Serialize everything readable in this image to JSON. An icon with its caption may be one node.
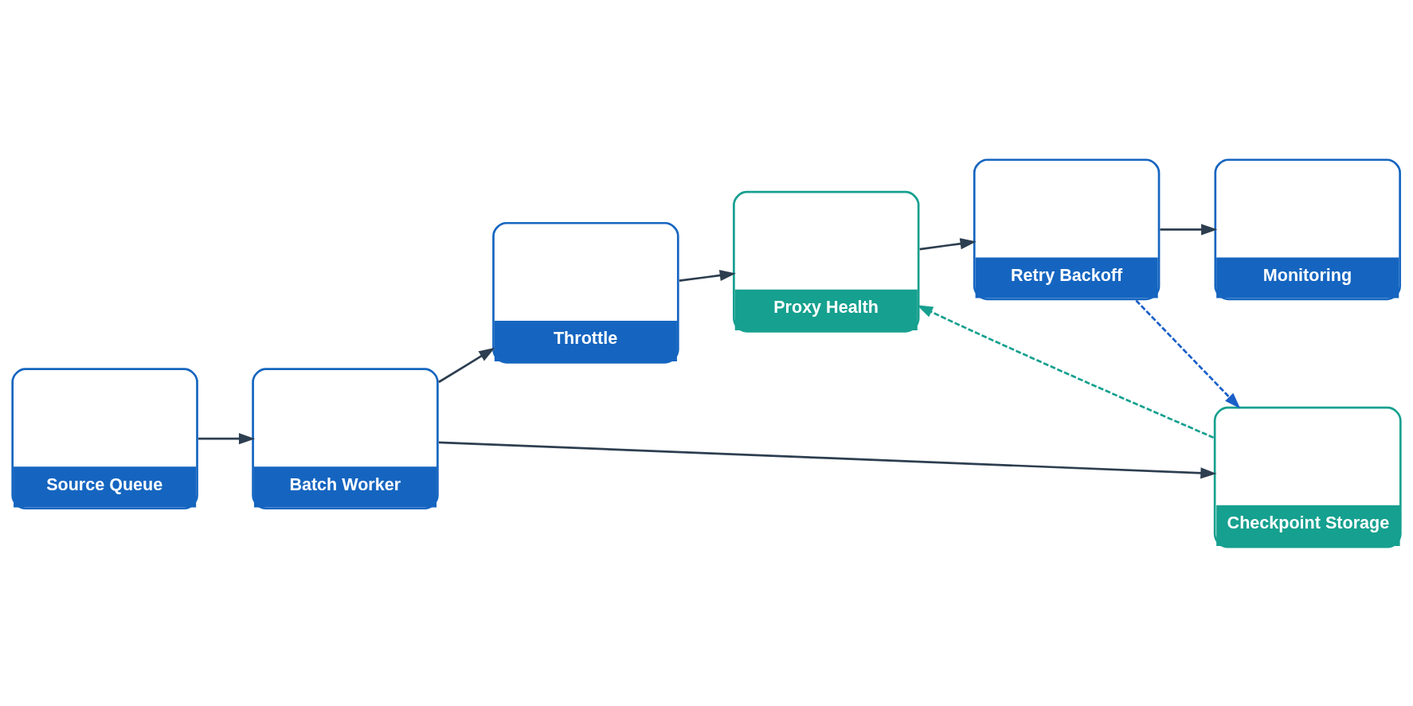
{
  "diagram": {
    "nodes": [
      {
        "text": [
          "Source Queue"
        ]
      },
      {
        "text": [
          "Batch Worker"
        ]
      },
      {
        "text": [
          "Throttle"
        ]
      },
      {
        "text": [
          "Proxy Health"
        ]
      },
      {
        "text": [
          "Retry Backoff"
        ]
      },
      {
        "text": [
          "Monitoring"
        ]
      },
      {
        "text": [
          "Checkpoint Storage"
        ]
      }
    ],
    "edges": [
      {
        "from": 0,
        "to": 1,
        "arrow": "to"
      },
      {
        "from": 1,
        "to": 2,
        "arrow": "to"
      },
      {
        "from": 2,
        "to": 3,
        "arrow": "to"
      },
      {
        "from": 3,
        "to": 4,
        "arrow": "to"
      },
      {
        "from": 4,
        "to": 5,
        "arrow": "to"
      },
      {
        "from": 1,
        "to": 6,
        "arrow": "to"
      },
      {
        "from": 6,
        "to": 3,
        "arrow": "to",
        "style": "dashed",
        "color": "#16a08f"
      },
      {
        "from": 4,
        "to": 6,
        "arrow": "to",
        "style": "dashed",
        "color": "#1a5fc8"
      }
    ]
  }
}
